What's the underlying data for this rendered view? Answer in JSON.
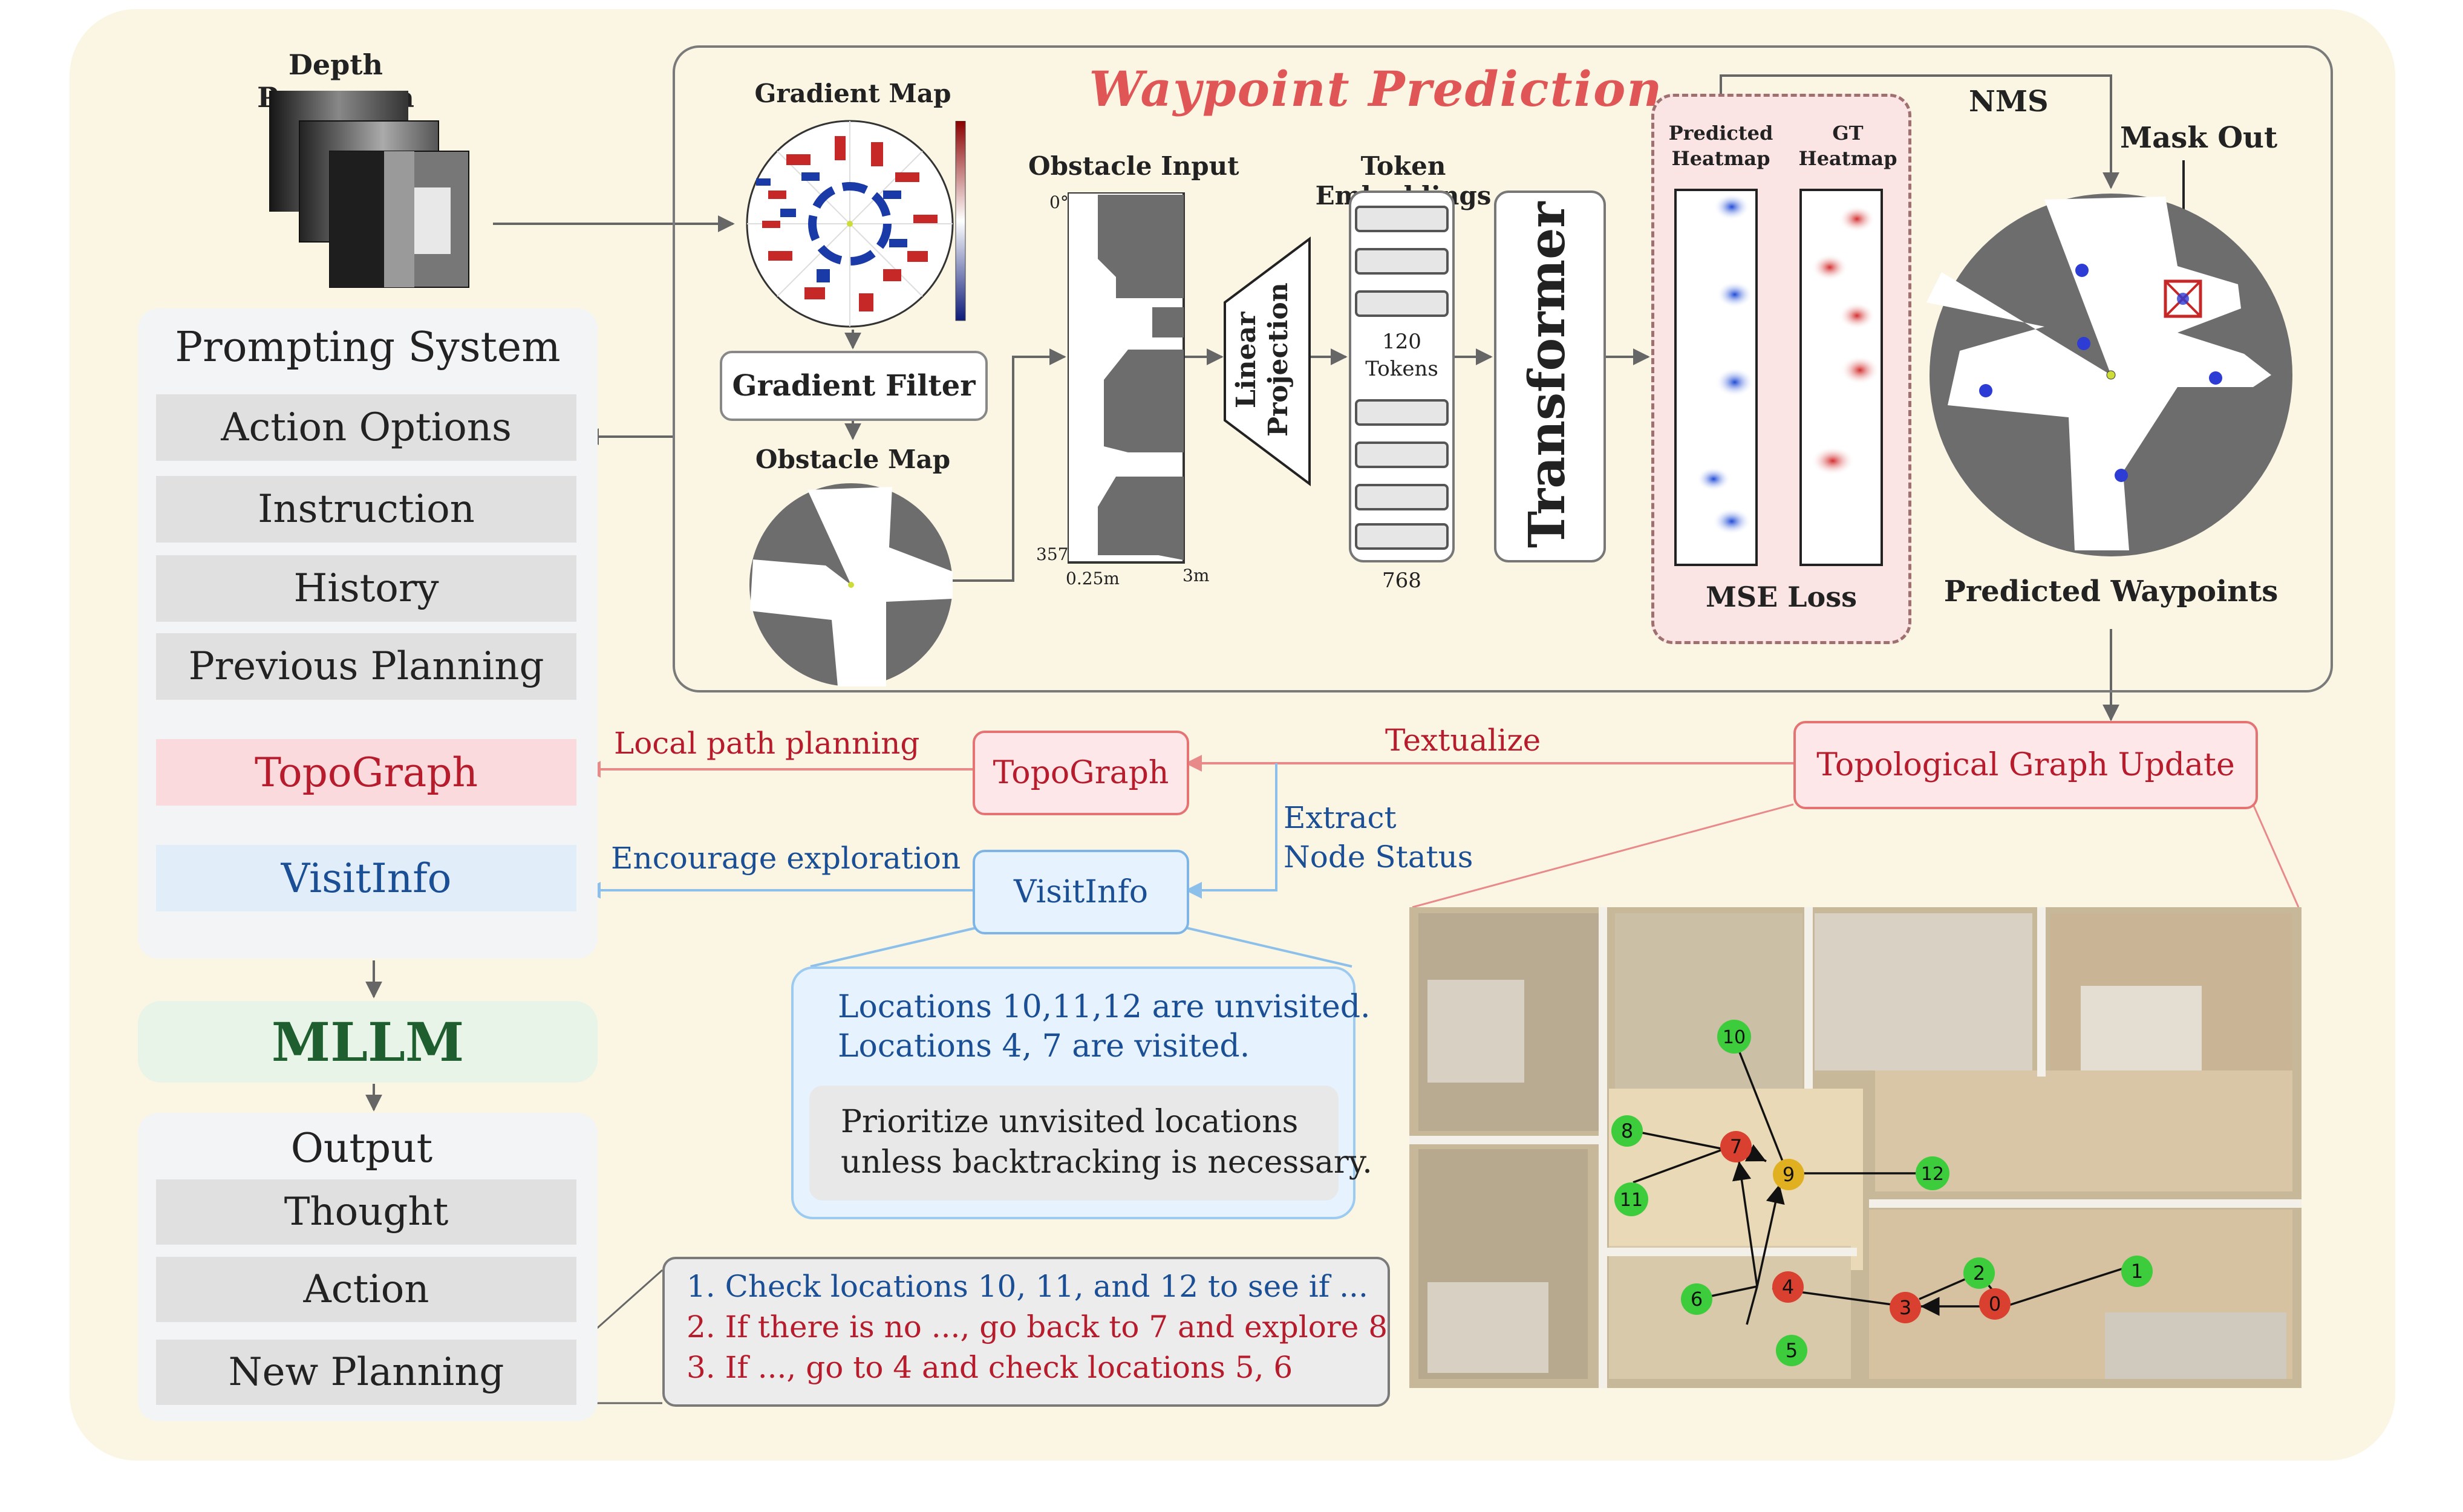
{
  "depth_panorama": "Depth Panorama",
  "waypoint": {
    "title": "Waypoint Prediction",
    "gradient_map": "Gradient Map",
    "gradient_filter": "Gradient Filter",
    "obstacle_map": "Obstacle Map",
    "obstacle_input": "Obstacle Input",
    "deg_top": "0°",
    "deg_bottom": "357°",
    "range_min": "0.25m",
    "range_max": "3m",
    "linear_projection_line1": "Linear",
    "linear_projection_line2": "Projection",
    "token_embeddings": "Token Embeddings",
    "tokens_count": "120",
    "tokens_word": "Tokens",
    "dim": "768",
    "transformer": "Transformer",
    "predicted_heatmap_1": "Predicted",
    "predicted_heatmap_2": "Heatmap",
    "gt_heatmap_1": "GT",
    "gt_heatmap_2": "Heatmap",
    "mse_loss": "MSE Loss",
    "nms": "NMS",
    "mask_out": "Mask Out",
    "predicted_waypoints": "Predicted Waypoints"
  },
  "prompting": {
    "title": "Prompting System",
    "items": [
      "Action Options",
      "Instruction",
      "History",
      "Previous Planning"
    ],
    "topograph": "TopoGraph",
    "visitinfo": "VisitInfo"
  },
  "mllm": "MLLM",
  "output": {
    "title": "Output",
    "items": [
      "Thought",
      "Action",
      "New Planning"
    ]
  },
  "flow": {
    "local_path_planning": "Local path planning",
    "encourage_exploration": "Encourage exploration",
    "textualize": "Textualize",
    "extract_1": "Extract",
    "extract_2": "Node Status",
    "topograph_tag": "TopoGraph",
    "visitinfo_tag": "VisitInfo",
    "topo_update": "Topological Graph Update"
  },
  "visit_callout": {
    "line1": "Locations 10,11,12 are unvisited.",
    "line2": "Locations 4, 7 are visited.",
    "hint1": "Prioritize unvisited locations",
    "hint2": "unless backtracking is necessary."
  },
  "plan": {
    "line1": "1.  Check locations 10, 11, and 12 to see if  ...",
    "line2": "2.  If there is no ...,  go back to 7 and explore 8",
    "line3": "3.  If ...,  go to 4 and check locations 5, 6"
  },
  "graph_nodes": [
    {
      "id": "0",
      "status": "visited"
    },
    {
      "id": "1",
      "status": "unvisited"
    },
    {
      "id": "2",
      "status": "unvisited"
    },
    {
      "id": "3",
      "status": "visited"
    },
    {
      "id": "4",
      "status": "visited"
    },
    {
      "id": "5",
      "status": "unvisited"
    },
    {
      "id": "6",
      "status": "unvisited"
    },
    {
      "id": "7",
      "status": "visited"
    },
    {
      "id": "8",
      "status": "unvisited"
    },
    {
      "id": "9",
      "status": "current"
    },
    {
      "id": "10",
      "status": "unvisited"
    },
    {
      "id": "11",
      "status": "unvisited"
    },
    {
      "id": "12",
      "status": "unvisited"
    }
  ],
  "colors": {
    "visited": "#d9402f",
    "unvisited": "#3ccc3c",
    "current": "#e0b020",
    "red_text": "#b71c2c",
    "blue_text": "#1a4f95",
    "title_red": "#e05656"
  }
}
